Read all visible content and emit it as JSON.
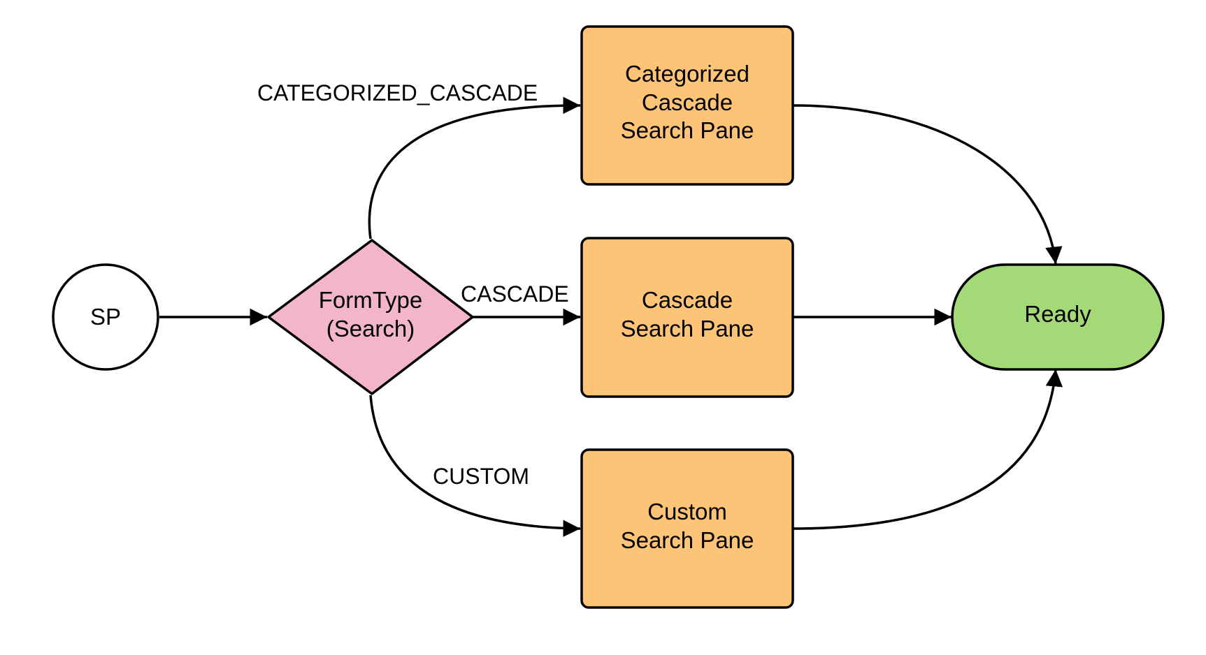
{
  "colors": {
    "process_fill": "#FDC377",
    "decision_fill": "#F3B6C8",
    "terminal_fill": "#A4D977",
    "start_fill": "#FFFFFF",
    "line": "#000000"
  },
  "nodes": {
    "start": {
      "label": "SP"
    },
    "decision": {
      "line1": "FormType",
      "line2": "(Search)"
    },
    "categorized_cascade": {
      "line1": "Categorized",
      "line2": "Cascade",
      "line3": "Search Pane"
    },
    "cascade": {
      "line1": "Cascade",
      "line2": "Search Pane"
    },
    "custom": {
      "line1": "Custom",
      "line2": "Search Pane"
    },
    "ready": {
      "label": "Ready"
    }
  },
  "edges": {
    "categorized_cascade_label": "CATEGORIZED_CASCADE",
    "cascade_label": "CASCADE",
    "custom_label": "CUSTOM"
  }
}
